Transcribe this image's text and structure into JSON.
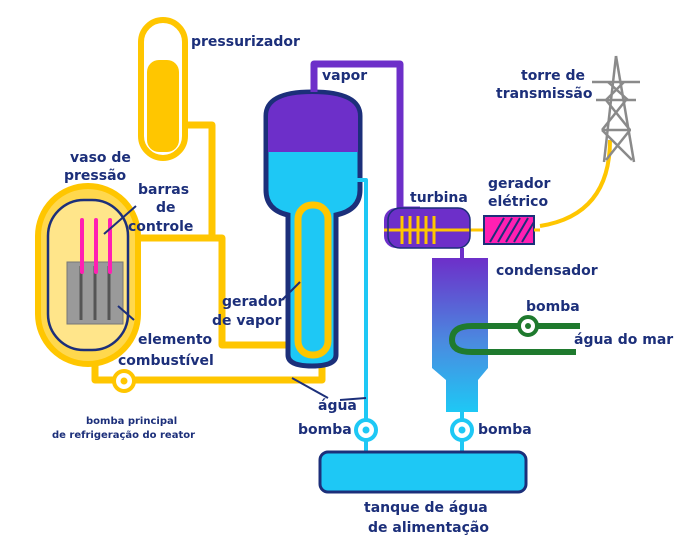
{
  "labels": {
    "pressurizador": "pressurizador",
    "vapor": "vapor",
    "torre_l1": "torre de",
    "torre_l2": "transmissão",
    "vaso_l1": "vaso de",
    "vaso_l2": "pressão",
    "barras_l1": "barras",
    "barras_l2": "de",
    "barras_l3": "controle",
    "turbina": "turbina",
    "gerador_eletrico_l1": "gerador",
    "gerador_eletrico_l2": "elétrico",
    "condensador": "condensador",
    "bomba_mar": "bomba",
    "agua_mar": "água do mar",
    "gerador_vapor_l1": "gerador",
    "gerador_vapor_l2": "de vapor",
    "elemento_l1": "elemento",
    "elemento_l2": "combustível",
    "bomba_principal_l1": "bomba principal",
    "bomba_principal_l2": "de refrigeração do reator",
    "agua": "água",
    "bomba_esq": "bomba",
    "bomba_dir": "bomba",
    "tanque_l1": "tanque de água",
    "tanque_l2": "de alimentação"
  },
  "colors": {
    "yellow": "#ffc600",
    "cyan": "#1ec8f5",
    "purple": "#6d2fc9",
    "navy": "#1c2f7a",
    "green": "#1f7a2e",
    "magenta": "#ff1fb2"
  }
}
